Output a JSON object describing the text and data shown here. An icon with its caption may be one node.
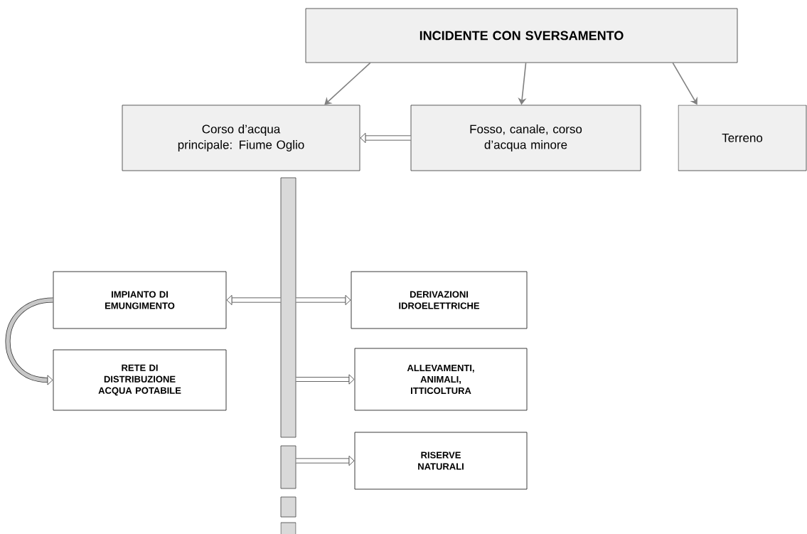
{
  "diagram": {
    "nodes": [
      {
        "text": [
          "INCIDENTE CON SVERSAMENTO"
        ]
      },
      {
        "text": [
          "Corso d’acqua principale: Fiume Oglio"
        ]
      },
      {
        "text": [
          "Fosso, canale, corso d’acqua minore"
        ]
      },
      {
        "text": [
          "Terreno"
        ]
      },
      {
        "text": [],
        "shape": "bar"
      },
      {
        "text": [
          "IMPIANTO DI EMUNGIMENTO"
        ]
      },
      {
        "text": [
          "DERIVAZIONI IDROELETTRICHE"
        ]
      },
      {
        "text": [
          "RETE DI DISTRIBUZIONE ACQUA POTABILE"
        ]
      },
      {
        "text": [
          "ALLEVAMENTI, ANIMALI, ITTICOLTURA"
        ]
      },
      {
        "text": [],
        "shape": "bar"
      },
      {
        "text": [
          "RISERVE NATURALI"
        ]
      },
      {
        "text": [],
        "shape": "bar"
      },
      {
        "text": [],
        "shape": "bar"
      }
    ],
    "edges": [
      {
        "from": 0,
        "to": 1,
        "arrow": "to",
        "color": "#808080"
      },
      {
        "from": 0,
        "to": 2,
        "arrow": "to",
        "color": "#808080"
      },
      {
        "from": 0,
        "to": 3,
        "arrow": "to",
        "color": "#808080"
      },
      {
        "from": 2,
        "to": 1,
        "arrow": "to"
      },
      {
        "from": 4,
        "to": 5,
        "arrow": "to"
      },
      {
        "from": 4,
        "to": 6,
        "arrow": "to"
      },
      {
        "from": 4,
        "to": 8,
        "arrow": "to"
      },
      {
        "from": 9,
        "to": 10,
        "arrow": "to"
      },
      {
        "from": 5,
        "to": 7,
        "arrow": "to"
      }
    ]
  }
}
